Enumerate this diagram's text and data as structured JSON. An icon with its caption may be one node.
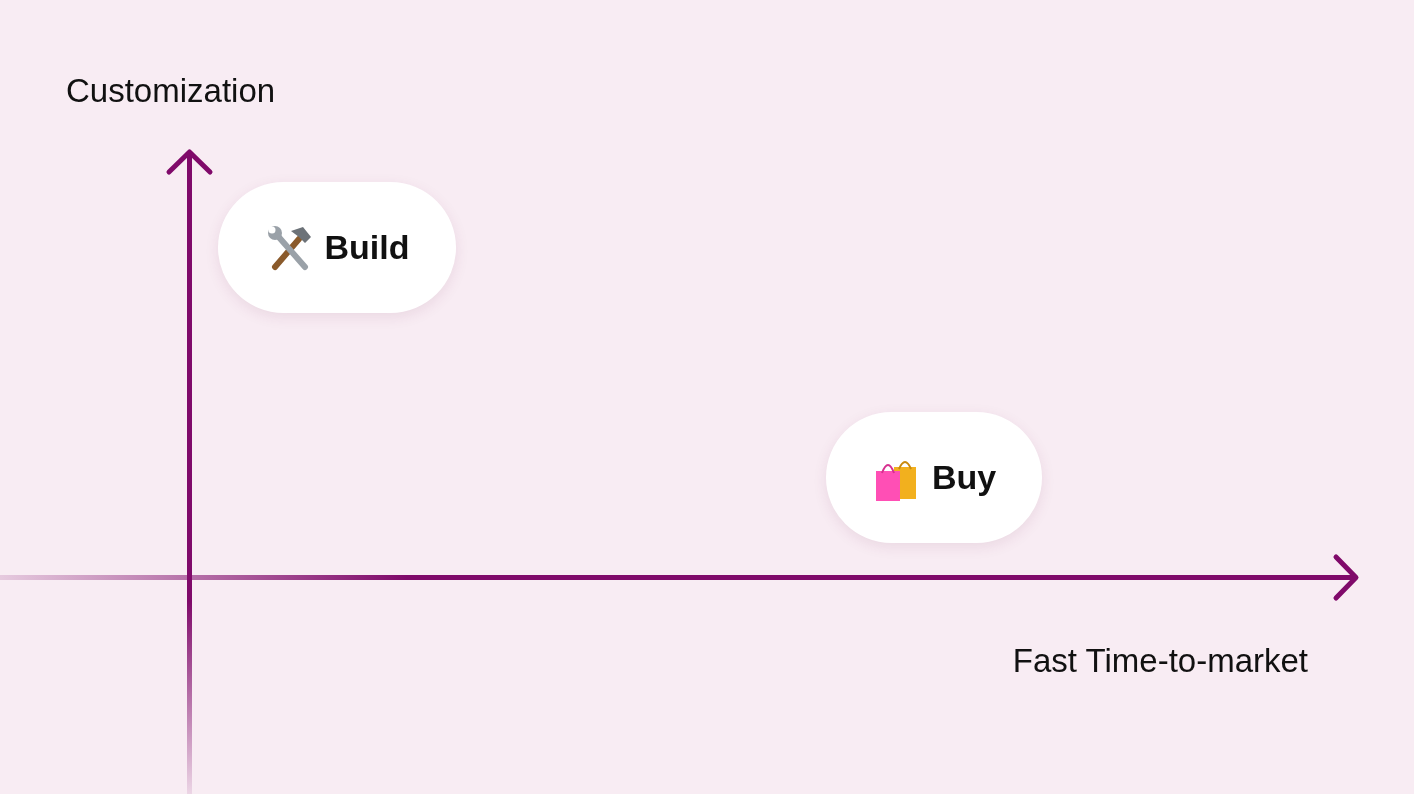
{
  "diagram": {
    "nodes": [
      {
        "text": [
          "Build"
        ]
      },
      {
        "text": [
          "Buy"
        ]
      }
    ],
    "labels": [
      "Customization",
      "Fast Time-to-market"
    ]
  }
}
